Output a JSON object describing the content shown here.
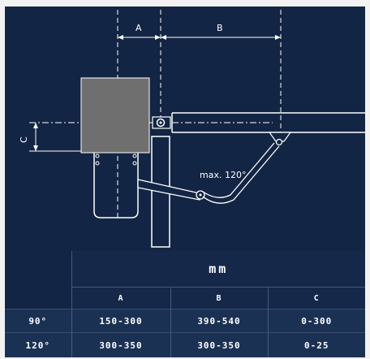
{
  "diagram": {
    "dimension_a": "A",
    "dimension_b": "B",
    "dimension_c": "C",
    "angle_note": "max. 120°"
  },
  "table": {
    "unit": "mm",
    "columns": [
      "A",
      "B",
      "C"
    ],
    "rows": [
      {
        "label": "90°",
        "values": [
          "150-300",
          "390-540",
          "0-300"
        ]
      },
      {
        "label": "120°",
        "values": [
          "300-350",
          "300-350",
          "0-25"
        ]
      }
    ]
  },
  "colors": {
    "background": "#132544",
    "motor_body": "#6f6f6f",
    "lines": "#ffffff"
  }
}
